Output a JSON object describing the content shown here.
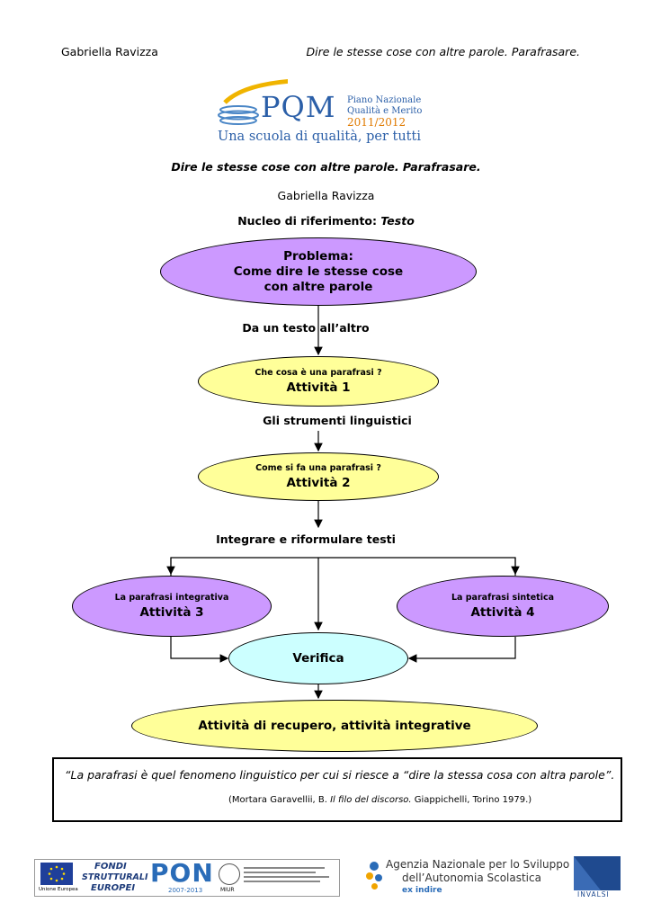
{
  "header": {
    "author": "Gabriella Ravizza",
    "doc_title": "Dire le stesse cose con altre parole. Parafrasare."
  },
  "logo": {
    "mark": "PQM",
    "line1": "Piano Nazionale",
    "line2": "Qualità e Merito",
    "years": "2011/2012",
    "tagline": "Una scuola di qualità, per tutti"
  },
  "title": "Dire le stesse cose con altre parole. Parafrasare.",
  "author": "Gabriella Ravizza",
  "nucleo": {
    "label": "Nucleo di riferimento:",
    "value": "Testo"
  },
  "diagram": {
    "problem": {
      "line1": "Problema:",
      "line2": "Come dire le stesse cose",
      "line3": "con altre parole"
    },
    "label1": "Da un testo all’altro",
    "act1": {
      "small": "Che cosa è una parafrasi ?",
      "big": "Attività 1"
    },
    "label2": "Gli strumenti linguistici",
    "act2": {
      "small": "Come si fa una parafrasi ?",
      "big": "Attività 2"
    },
    "label3": "Integrare e riformulare testi",
    "act3": {
      "small": "La parafrasi integrativa",
      "big": "Attività 3"
    },
    "act4": {
      "small": "La parafrasi sintetica",
      "big": "Attività 4"
    },
    "verifica": "Verifica",
    "recupero": "Attività di recupero, attività integrative",
    "colors": {
      "purple": "#cc99ff",
      "yellow": "#ffff99",
      "cyan": "#ccffff"
    }
  },
  "quote": {
    "text": "“La parafrasi è quel fenomeno linguistico per cui si riesce a “dire la stessa cosa con altra parole”.",
    "cite_pre": "(Mortara Garavellii, B.",
    "cite_title": "Il filo del discorso.",
    "cite_post": "Giappichelli, Torino 1979.)"
  },
  "footer": {
    "eu_label": "Unione Europea",
    "fondi1": "FONDI",
    "fondi2": "STRUTTURALI",
    "fondi3": "EUROPEI",
    "pon": "PON",
    "pon_years": "2007-2013",
    "miur": "MIUR",
    "agency1": "Agenzia Nazionale per lo Sviluppo",
    "agency2": "dell’Autonomia Scolastica",
    "indire": "ex indire",
    "invalsi": "INVALSI"
  }
}
